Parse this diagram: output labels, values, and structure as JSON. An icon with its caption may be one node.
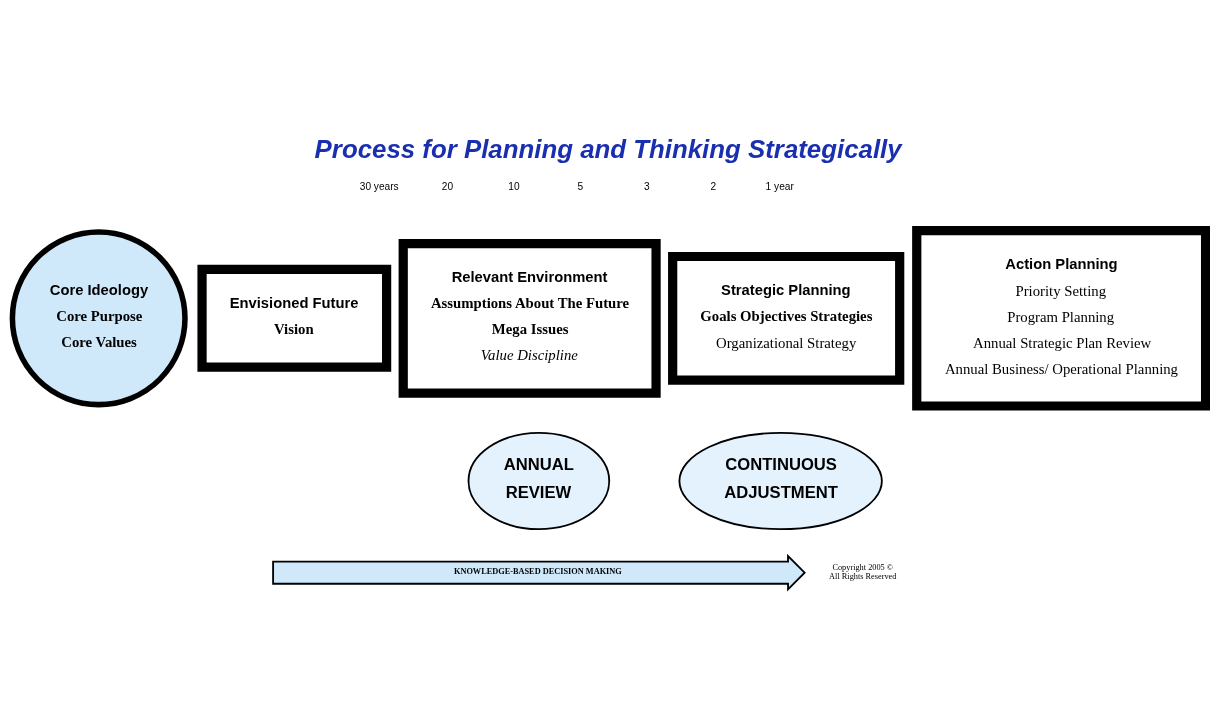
{
  "diagram": {
    "title": "Process for Planning and Thinking Strategically",
    "nodes": [
      {
        "text": [
          "Core Ideology",
          "Core Purpose",
          "Core Values"
        ]
      },
      {
        "text": [
          "Envisioned Future",
          "Vision"
        ]
      },
      {
        "text": [
          "Relevant Environment",
          "Assumptions About The Future",
          "Mega Issues",
          "Value Discipline"
        ]
      },
      {
        "text": [
          "Strategic Planning",
          "Goals Objectives Strategies",
          "Organizational Strategy"
        ]
      },
      {
        "text": [
          "Action Planning",
          "Priority Setting",
          "Program Planning",
          "Annual Strategic Plan Review",
          "Annual Business/ Operational Planning"
        ]
      },
      {
        "text": [
          "ANNUAL",
          "REVIEW"
        ]
      },
      {
        "text": [
          "CONTINUOUS",
          "ADJUSTMENT"
        ]
      },
      {
        "text": [
          "KNOWLEDGE-BASED DECISION MAKING"
        ]
      }
    ],
    "edges": [],
    "labels": [
      "30 years",
      "20",
      "10",
      "5",
      "3",
      "2",
      "1 year",
      "Copyright 2005 ©",
      "All Rights Reserved"
    ]
  }
}
